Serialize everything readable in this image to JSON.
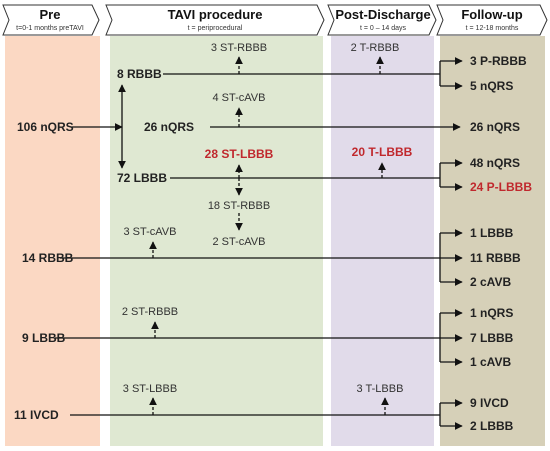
{
  "colors": {
    "pre_bg": "#fbd8c3",
    "tavi_bg": "#dfe8d2",
    "post_bg": "#e1dbea",
    "follow_bg": "#d6d0b8",
    "highlight_red": "#c0282d",
    "line": "#111111"
  },
  "headers": {
    "pre": {
      "title": "Pre",
      "subtitle": "t=0-1 months preTAVI"
    },
    "tavi": {
      "title": "TAVI procedure",
      "subtitle": "t = periprocedural"
    },
    "post": {
      "title": "Post-Discharge",
      "subtitle": "t = 0 – 14 days"
    },
    "follow": {
      "title": "Follow-up",
      "subtitle": "t = 12-18 months"
    }
  },
  "baseline": {
    "nqrs": "106 nQRS",
    "rbbb": "14 RBBB",
    "lbbb": "9 LBBB",
    "ivcd": "11 IVCD"
  },
  "tavi": {
    "rbbb": "8 RBBB",
    "nqrs": "26 nQRS",
    "lbbb": "72 LBBB",
    "st_rbbb_3": "3 ST-RBBB",
    "st_cavb_4": "4 ST-cAVB",
    "st_lbbb_28": "28 ST-LBBB",
    "st_rbbb_18": "18 ST-RBBB",
    "st_cavb_2": "2 ST-cAVB",
    "st_cavb_3": "3 ST-cAVB",
    "st_rbbb_2": "2 ST-RBBB",
    "st_lbbb_3": "3 ST-LBBB"
  },
  "post": {
    "t_rbbb": "2 T-RBBB",
    "t_lbbb_20": "20 T-LBBB",
    "t_lbbb_3": "3 T-LBBB"
  },
  "followup": {
    "p_rbbb": "3 P-RBBB",
    "nqrs_5": "5 nQRS",
    "nqrs_26": "26 nQRS",
    "nqrs_48": "48 nQRS",
    "p_lbbb_24": "24 P-LBBB",
    "lbbb_1": "1 LBBB",
    "rbbb_11": "11 RBBB",
    "cavb_2": "2 cAVB",
    "nqrs_1": "1 nQRS",
    "lbbb_7": "7 LBBB",
    "cavb_1": "1 cAVB",
    "ivcd_9": "9 IVCD",
    "lbbb_2": "2 LBBB"
  }
}
